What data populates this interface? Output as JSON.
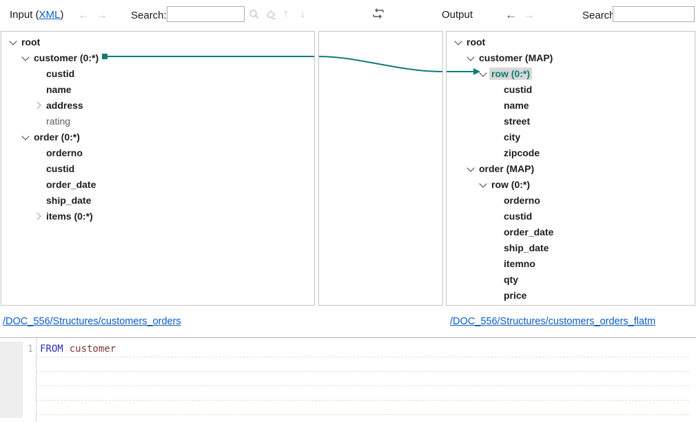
{
  "toolbar": {
    "input_title_prefix": "Input (",
    "input_title_link": "XML",
    "input_title_suffix": ")",
    "search_label": "Search:",
    "search_value": "",
    "output_title": "Output",
    "output_search_label": "Search:",
    "output_search_value": ""
  },
  "icons": {
    "back": "←",
    "forward": "→",
    "up": "↑",
    "down": "↓"
  },
  "input_tree": {
    "source_link": "/DOC_556/Structures/customers_orders",
    "nodes": [
      {
        "label": "root",
        "level": 0,
        "chevron": "expanded"
      },
      {
        "label": "customer (0:*)",
        "level": 1,
        "chevron": "expanded",
        "connector": "source"
      },
      {
        "label": "custid",
        "level": 2,
        "chevron": "none"
      },
      {
        "label": "name",
        "level": 2,
        "chevron": "none"
      },
      {
        "label": "address",
        "level": 2,
        "chevron": "collapsed"
      },
      {
        "label": "rating",
        "level": 2,
        "chevron": "none",
        "muted": true
      },
      {
        "label": "order (0:*)",
        "level": 1,
        "chevron": "expanded"
      },
      {
        "label": "orderno",
        "level": 2,
        "chevron": "none"
      },
      {
        "label": "custid",
        "level": 2,
        "chevron": "none"
      },
      {
        "label": "order_date",
        "level": 2,
        "chevron": "none"
      },
      {
        "label": "ship_date",
        "level": 2,
        "chevron": "none"
      },
      {
        "label": "items (0:*)",
        "level": 2,
        "chevron": "collapsed"
      }
    ]
  },
  "output_tree": {
    "source_link": "/DOC_556/Structures/customers_orders_flatm",
    "nodes": [
      {
        "label": "root",
        "level": 0,
        "chevron": "expanded"
      },
      {
        "label": "customer (MAP)",
        "level": 1,
        "chevron": "expanded"
      },
      {
        "label": "row (0:*)",
        "level": 2,
        "chevron": "expanded",
        "selected": true,
        "connector": "target"
      },
      {
        "label": "custid",
        "level": 3,
        "chevron": "none"
      },
      {
        "label": "name",
        "level": 3,
        "chevron": "none"
      },
      {
        "label": "street",
        "level": 3,
        "chevron": "none"
      },
      {
        "label": "city",
        "level": 3,
        "chevron": "none"
      },
      {
        "label": "zipcode",
        "level": 3,
        "chevron": "none"
      },
      {
        "label": "order (MAP)",
        "level": 1,
        "chevron": "expanded"
      },
      {
        "label": "row (0:*)",
        "level": 2,
        "chevron": "expanded"
      },
      {
        "label": "orderno",
        "level": 3,
        "chevron": "none"
      },
      {
        "label": "custid",
        "level": 3,
        "chevron": "none"
      },
      {
        "label": "order_date",
        "level": 3,
        "chevron": "none"
      },
      {
        "label": "ship_date",
        "level": 3,
        "chevron": "none"
      },
      {
        "label": "itemno",
        "level": 3,
        "chevron": "none"
      },
      {
        "label": "qty",
        "level": 3,
        "chevron": "none"
      },
      {
        "label": "price",
        "level": 3,
        "chevron": "none"
      }
    ]
  },
  "connection": {
    "from": "customer (0:*)",
    "to": "row (0:*)",
    "color": "#0e7c73"
  },
  "editor": {
    "line_number": "1",
    "keyword": "FROM",
    "identifier": "customer"
  },
  "colors": {
    "accent_teal": "#0e7c73",
    "link_blue": "#0b5cc2",
    "selected_bg": "#d8d8d8",
    "keyword_blue": "#2d2dc0",
    "identifier_maroon": "#7c3838"
  }
}
